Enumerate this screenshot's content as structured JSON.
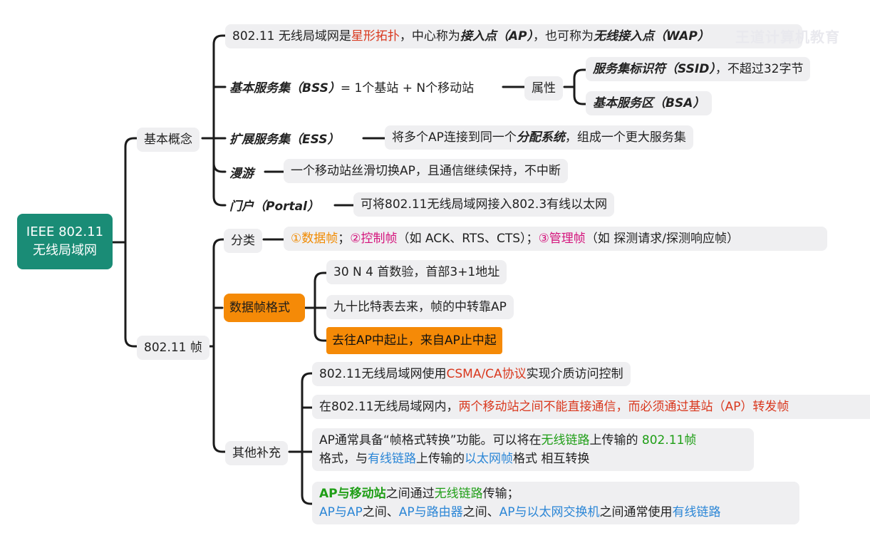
{
  "colors": {
    "root_bg": "#1a8c76",
    "highlight_orange": "#f58a07",
    "red_text": "#d9381e",
    "green_text": "#1f9e16",
    "blue_text": "#2b86d6",
    "magenta_text": "#d4147c",
    "node_bg": "#efeff1"
  },
  "root": {
    "line1": "IEEE 802.11",
    "line2": "无线局域网"
  },
  "basic": {
    "label": "基本概念",
    "star": {
      "pre": "802.11 无线局域网是",
      "topology": "星形拓扑",
      "mid": "，中心称为",
      "ap": "接入点（AP）",
      "mid2": "，也可称为",
      "wap": "无线接入点（WAP）"
    },
    "bss": {
      "label": "基本服务集（BSS）",
      "rest": "= 1个基站 + N个移动站"
    },
    "attr": "属性",
    "ssid": {
      "label": "服务集标识符（SSID）",
      "rest": "，不超过32字节"
    },
    "bsa": "基本服务区（BSA）",
    "ess": {
      "label": "扩展服务集（ESS）",
      "pre": "将多个AP连接到同一个",
      "bold": "分配系统",
      "post": "，组成一个更大服务集"
    },
    "roam": {
      "label": "漫游",
      "desc": "一个移动站丝滑切换AP，且通信继续保持，不中断"
    },
    "portal": {
      "label": "门户（Portal）",
      "desc": "可将802.11无线局域网接入802.3有线以太网"
    }
  },
  "frame": {
    "label": "802.11 帧",
    "class_label": "分类",
    "class": {
      "data": "①数据帧",
      "sep1": "；",
      "ctrl": "②控制帧",
      "ctrl_ex": "（如 ACK、RTS、CTS）；",
      "mgmt": "③管理帧",
      "mgmt_ex": "（如 探测请求/探测响应帧）"
    },
    "format_label": "数据帧格式",
    "format_items": [
      "30 N 4 首数验，首部3+1地址",
      "九十比特表去来，帧的中转靠AP",
      "去往AP中起止，来自AP止中起"
    ],
    "other_label": "其他补充",
    "csma": {
      "pre": "802.11无线局域网使用",
      "red": "CSMA/CA协议",
      "post": "实现介质访问控制"
    },
    "noDirect": {
      "pre": "在802.11无线局域网内，",
      "red": "两个移动站之间不能直接通信，而必须通过基站（AP）转发帧"
    },
    "convert": {
      "l1a": "AP通常具备“帧格式转换”功能。可以将在",
      "l1b": "无线链路",
      "l1c": "上传输的 ",
      "l1d": "802.11帧",
      "l2a": "格式，与",
      "l2b": "有线链路",
      "l2c": "上传输的",
      "l2d": "以太网帧",
      "l2e": "格式 相互转换"
    },
    "links": {
      "l1a": "AP与移动站",
      "l1b": "之间通过",
      "l1c": "无线链路",
      "l1d": "传输；",
      "l2a": "AP与AP",
      "l2b": "之间、",
      "l2c": "AP与路由器",
      "l2d": "之间、",
      "l2e": "AP与以太网交换机",
      "l2f": "之间通常使用",
      "l2g": "有线链路"
    }
  }
}
